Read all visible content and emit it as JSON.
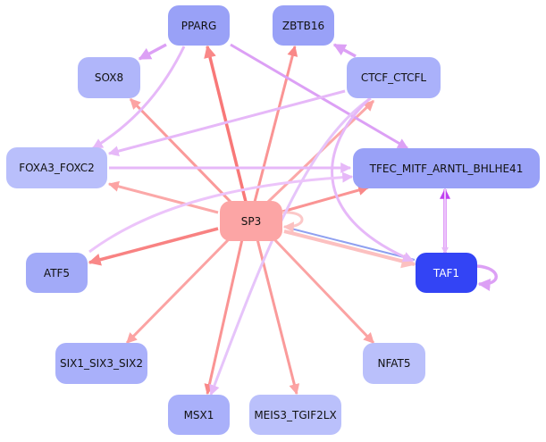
{
  "title": "Regulatory network",
  "colors": {
    "edge_sp3": "#f98888",
    "edge_sp3_light": "#fca3a3",
    "edge_violet": "#e6b8f8",
    "edge_violet_mid": "#dca0f5",
    "edge_strong_violet": "#c040f0",
    "edge_blue": "#8fa0f0",
    "node_sp3": "#fca5a5",
    "node_taf1": "#3344f5"
  },
  "nodes": [
    {
      "id": "PPARG",
      "label": "PPARG",
      "fill": "#99a1f7"
    },
    {
      "id": "ZBTB16",
      "label": "ZBTB16",
      "fill": "#99a1f7"
    },
    {
      "id": "SOX8",
      "label": "SOX8",
      "fill": "#b0b6fa"
    },
    {
      "id": "CTCF_CTCFL",
      "label": "CTCF_CTCFL",
      "fill": "#aab1fa"
    },
    {
      "id": "FOXA3_FOXC2",
      "label": "FOXA3_FOXC2",
      "fill": "#b9bffb"
    },
    {
      "id": "TFEC_MITF_ARNTL_BHLHE41",
      "label": "TFEC_MITF_ARNTL_BHLHE41",
      "fill": "#99a1f7"
    },
    {
      "id": "SP3",
      "label": "SP3",
      "fill": "#fca5a5"
    },
    {
      "id": "ATF5",
      "label": "ATF5",
      "fill": "#a2aaf8"
    },
    {
      "id": "TAF1",
      "label": "TAF1",
      "fill": "#3344f5",
      "dark": true
    },
    {
      "id": "SIX1_SIX3_SIX2",
      "label": "SIX1_SIX3_SIX2",
      "fill": "#a9b0fa"
    },
    {
      "id": "NFAT5",
      "label": "NFAT5",
      "fill": "#bac0fb"
    },
    {
      "id": "MSX1",
      "label": "MSX1",
      "fill": "#a9b0fa"
    },
    {
      "id": "MEIS3_TGIF2LX",
      "label": "MEIS3_TGIF2LX",
      "fill": "#bac0fb"
    }
  ],
  "edges": [
    {
      "from": "SP3",
      "to": "PPARG",
      "kind": "sp3_strong"
    },
    {
      "from": "SP3",
      "to": "ZBTB16",
      "kind": "sp3"
    },
    {
      "from": "SP3",
      "to": "SOX8",
      "kind": "sp3"
    },
    {
      "from": "SP3",
      "to": "CTCF_CTCFL",
      "kind": "sp3"
    },
    {
      "from": "SP3",
      "to": "FOXA3_FOXC2",
      "kind": "sp3"
    },
    {
      "from": "SP3",
      "to": "TFEC_MITF_ARNTL_BHLHE41",
      "kind": "sp3"
    },
    {
      "from": "SP3",
      "to": "ATF5",
      "kind": "sp3_strong"
    },
    {
      "from": "SP3",
      "to": "SIX1_SIX3_SIX2",
      "kind": "sp3"
    },
    {
      "from": "SP3",
      "to": "NFAT5",
      "kind": "sp3"
    },
    {
      "from": "SP3",
      "to": "MSX1",
      "kind": "sp3"
    },
    {
      "from": "SP3",
      "to": "MEIS3_TGIF2LX",
      "kind": "sp3"
    },
    {
      "from": "SP3",
      "to": "TAF1",
      "kind": "sp3_light"
    },
    {
      "from": "SP3",
      "to": "SP3",
      "kind": "sp3_self"
    },
    {
      "from": "TAF1",
      "to": "SP3",
      "kind": "blue"
    },
    {
      "from": "PPARG",
      "to": "SOX8",
      "kind": "violet"
    },
    {
      "from": "PPARG",
      "to": "FOXA3_FOXC2",
      "kind": "violet"
    },
    {
      "from": "PPARG",
      "to": "TFEC_MITF_ARNTL_BHLHE41",
      "kind": "violet"
    },
    {
      "from": "CTCF_CTCFL",
      "to": "ZBTB16",
      "kind": "violet"
    },
    {
      "from": "CTCF_CTCFL",
      "to": "FOXA3_FOXC2",
      "kind": "violet"
    },
    {
      "from": "CTCF_CTCFL",
      "to": "MSX1",
      "kind": "violet"
    },
    {
      "from": "CTCF_CTCFL",
      "to": "TAF1",
      "kind": "violet"
    },
    {
      "from": "FOXA3_FOXC2",
      "to": "TFEC_MITF_ARNTL_BHLHE41",
      "kind": "violet"
    },
    {
      "from": "ATF5",
      "to": "TFEC_MITF_ARNTL_BHLHE41",
      "kind": "violet"
    },
    {
      "from": "TAF1",
      "to": "TFEC_MITF_ARNTL_BHLHE41",
      "kind": "strong_violet"
    },
    {
      "from": "TFEC_MITF_ARNTL_BHLHE41",
      "to": "TAF1",
      "kind": "violet"
    },
    {
      "from": "TAF1",
      "to": "TAF1",
      "kind": "violet_self"
    }
  ]
}
